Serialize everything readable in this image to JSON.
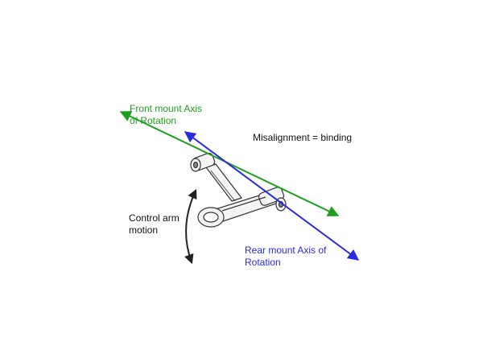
{
  "labels": {
    "front_axis": [
      "Front mount Axis",
      "of Rotation"
    ],
    "misalignment": "Misalignment = binding",
    "control_arm": [
      "Control arm",
      "motion"
    ],
    "rear_axis": [
      "Rear mount Axis of",
      "Rotation"
    ]
  },
  "colors": {
    "front_axis": "#1e9e1e",
    "rear_axis": "#2a2ae0",
    "text": "#111111",
    "part_line": "#333333",
    "part_fill": "#f4f4f4"
  }
}
